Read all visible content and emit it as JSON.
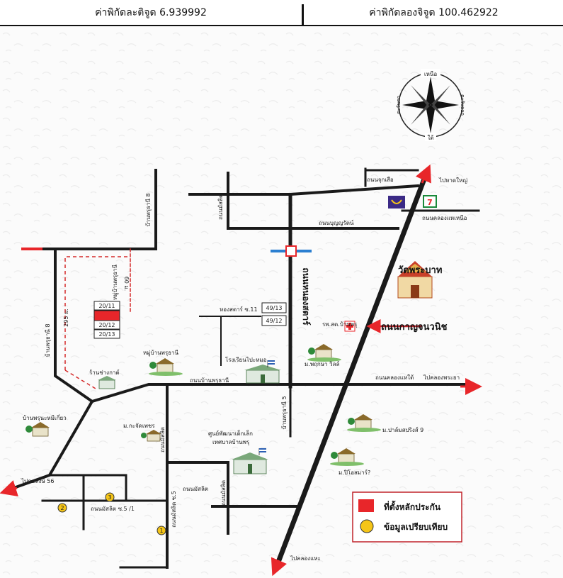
{
  "header": {
    "latitude_label": "ค่าพิกัดละติจูด 6.939992",
    "longitude_label": "ค่าพิกัดลองจิจูด 100.462922"
  },
  "compass": {
    "north": "เหนือ",
    "south": "ใต้",
    "east": "ตะวันออก",
    "west": "ตะวันตก"
  },
  "roads": {
    "chuk_suea": "ถนนจุกเสือ",
    "bunyarat": "ถนนบุญญรัตน์",
    "khlong_hae_north": "ถนนคลองแหเหนือ",
    "to_hat_yai": "ไปหาดใหญ่",
    "nong_sat": "ถนนหนองสตาร์",
    "kanchanavanich": "ถนนกาญจนวนิช",
    "ban_phru_thani_road": "ถนนบ้านพรุธานี",
    "khlong_hae_south": "ถนนคลองแหใต้",
    "to_khlong_phraya": "ไปคลองพระยา",
    "to_kho_hong_56": "ไปคอหงษ์ 56",
    "to_khlong_hae": "ไปคลองแหะ",
    "mutsalit_top": "ถนนมัสลิต",
    "mutsalit_mid": "ถนนมัสลิต",
    "mutsalit_low": "ถนนมัสลิต",
    "mutsalit_s1": "ถนนมัสลิต ซ.5 /1",
    "mutsalit_s5": "ถนนมัสลิต ซ.5",
    "ban_phru_thani_8_a": "บ้านพรุธานี 8",
    "ban_phru_thani_8_b": "บ้านพรุธานี 8",
    "ban_phru_thani_5": "บ้านพรุธานี 5",
    "nong_sat_s11": "หองสตาร์ ซ.11",
    "village_road": "หมู่บ้านพรุธานี",
    "dist_60": "60 ม.",
    "dist_295": "295 ม."
  },
  "places": {
    "wat_phra_bat": "วัดพระบาท",
    "hospital": "รพ.สต.บ้านพรุ",
    "village_ban_phru_thani": "หมู่บ้านพรุธานี",
    "school": "โรงเรียนไปะหมอ",
    "m_phrueksa": "ม.พฤกษา วิลล์",
    "shop": "ร้านช่างกาต์",
    "ban_phru_nam_khiao": "บ้านพรุนะหมีเกี่ยว",
    "m_krachat_phet": "ม.กะจัดเพชร",
    "child_center_1": "ศูนย์พัฒนาเด็กเล็ก",
    "child_center_2": "เทศบาลบ้านพรุ",
    "m_palm_spring": "ม.ปาล์มสปริงส์ 9",
    "m_pio_smart": "ม.ปิโอสมาร์?"
  },
  "parcels": [
    "20/11",
    "20/12",
    "20/13"
  ],
  "parcels_other": [
    "49/13",
    "49/12"
  ],
  "markers": [
    "1",
    "2",
    "3"
  ],
  "store_logo": "7",
  "legend": {
    "collateral": "ที่ตั้งหลักประกัน",
    "comparison": "ข้อมูลเปรียบเทียบ"
  },
  "colors": {
    "road": "#1a1a1a",
    "collateral": "#e8262a",
    "comparison": "#f5c518",
    "arrow_red": "#e8262a",
    "dashed": "#d42a2a",
    "bridge": "#2b7fd1",
    "legend_border": "#c0232a"
  }
}
